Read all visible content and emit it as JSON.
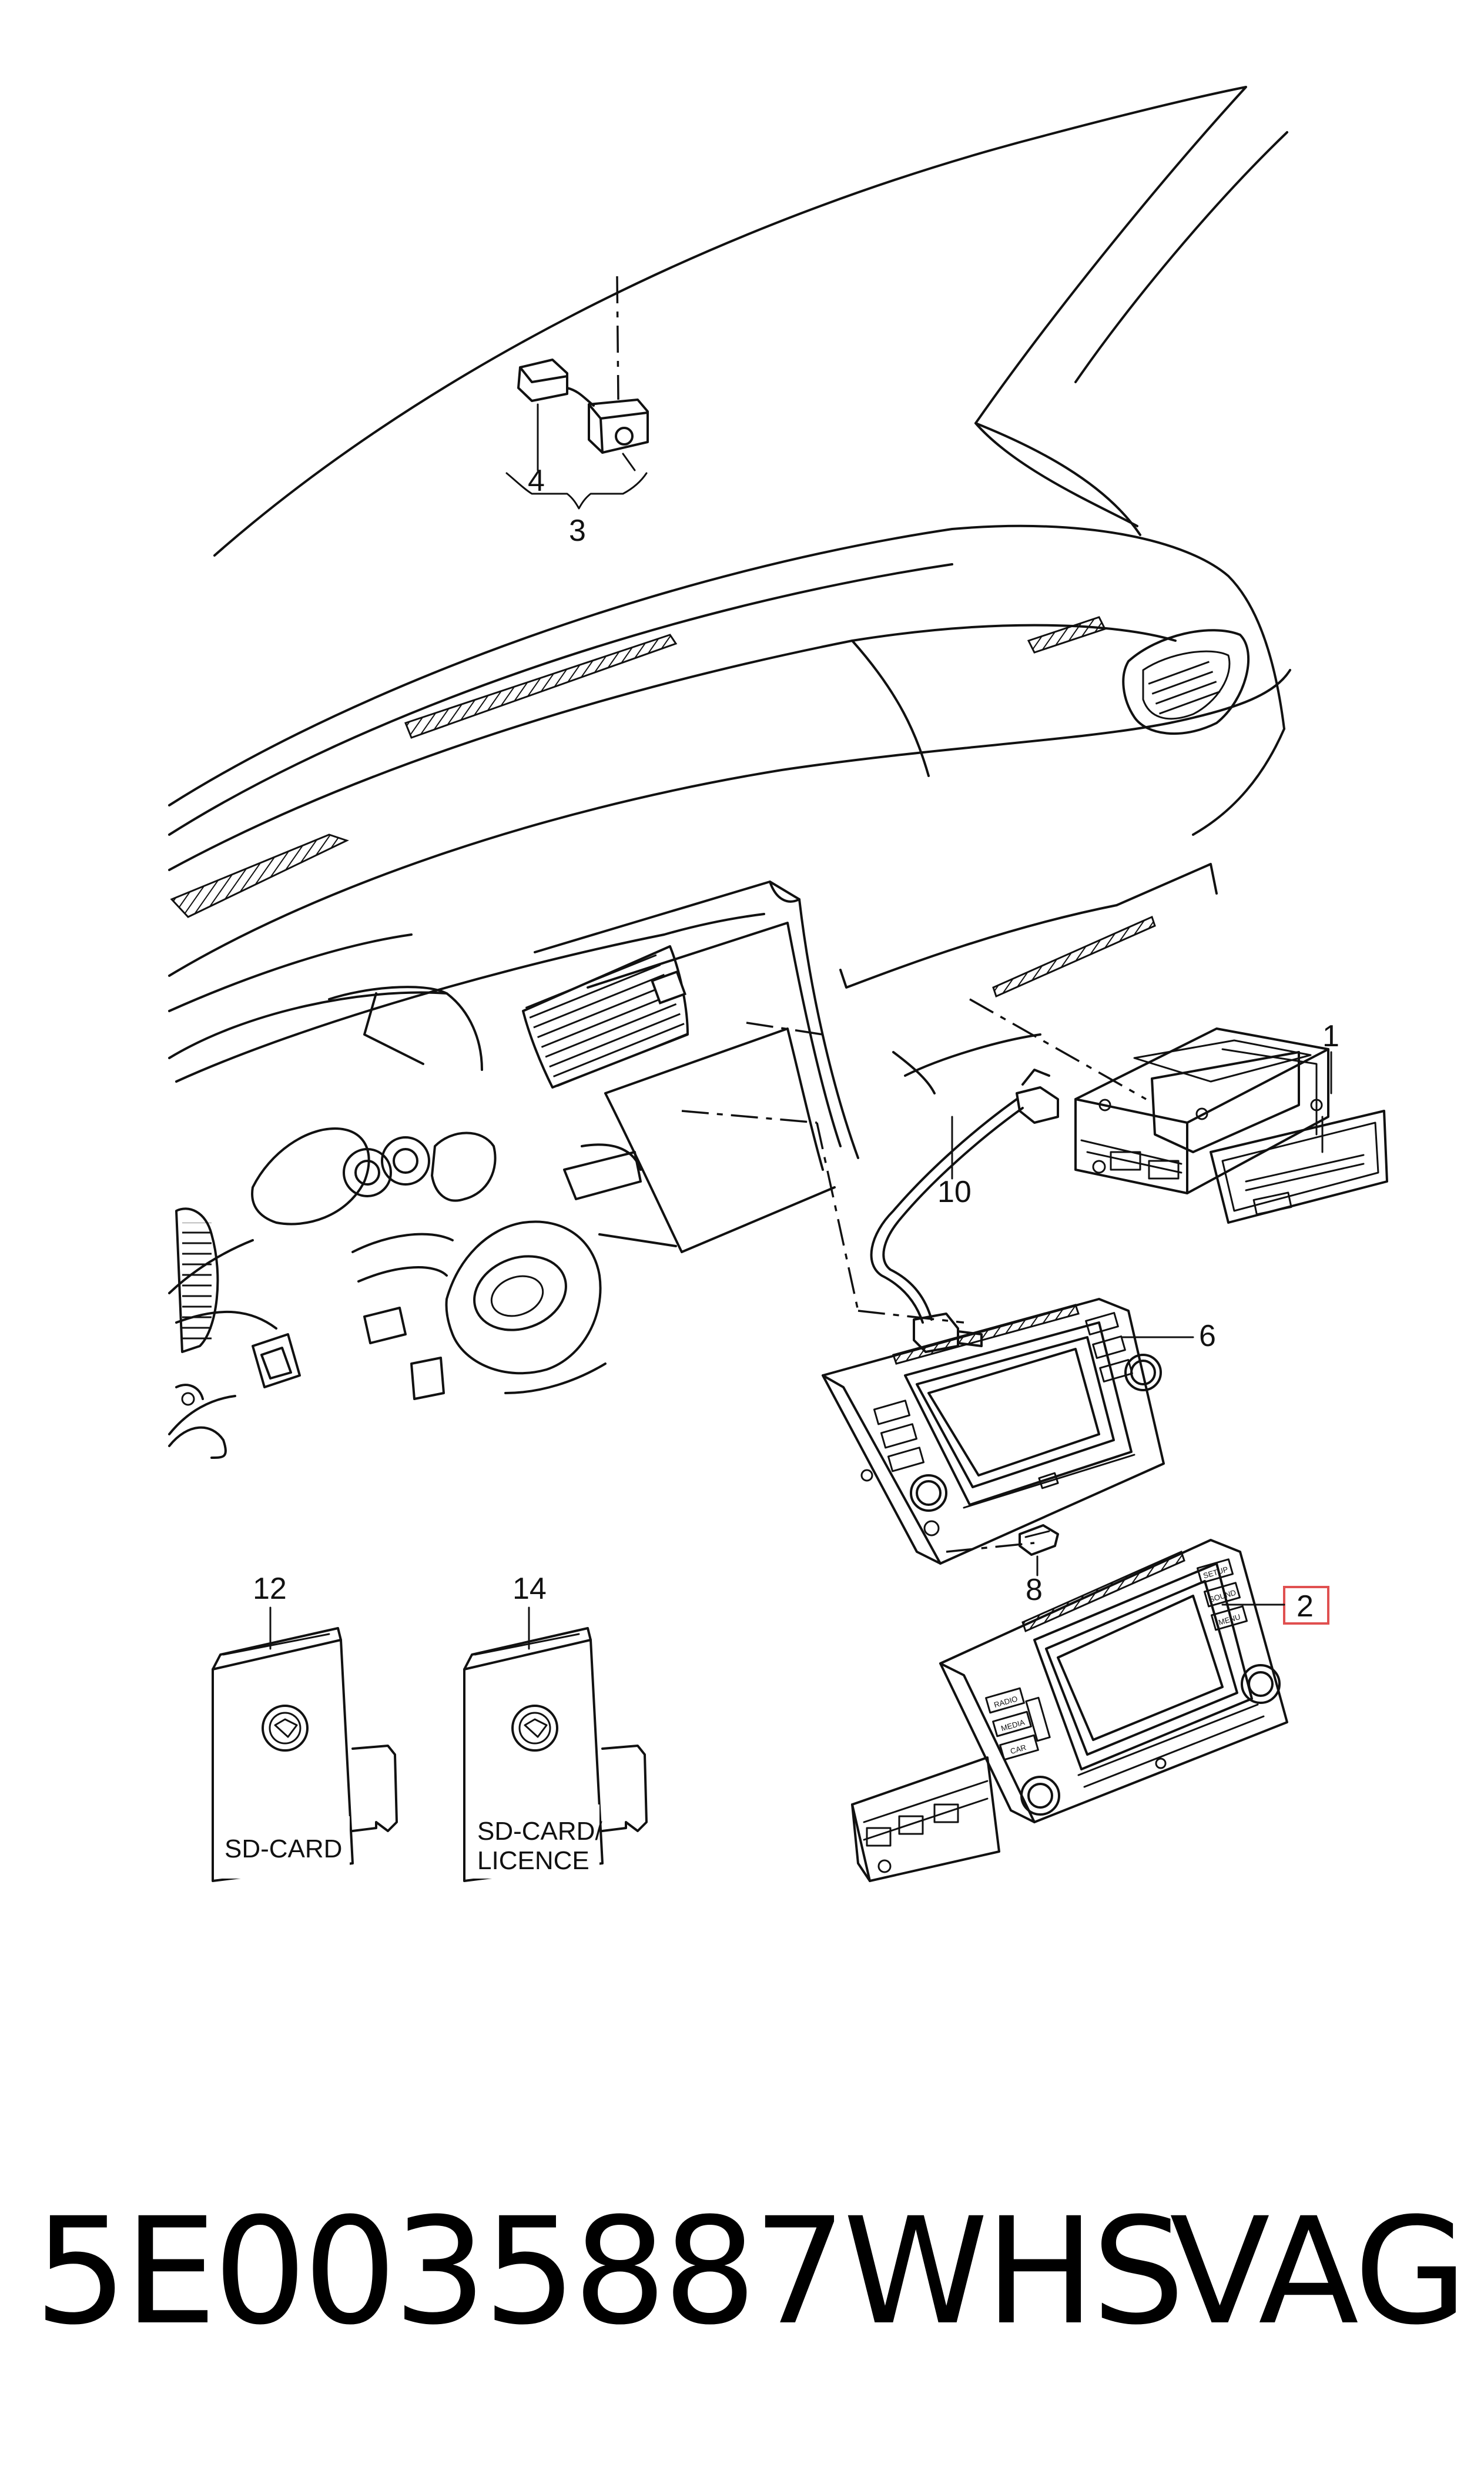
{
  "callouts": {
    "c1": "1",
    "c2": "2",
    "c3": "3",
    "c4": "4",
    "c6": "6",
    "c8": "8",
    "c10": "10",
    "c12": "12",
    "c14": "14"
  },
  "books": {
    "left_label": "SD-CARD",
    "right_label_line1": "SD-CARD/",
    "right_label_line2": "LICENCE"
  },
  "unit_buttons": {
    "radio": "RADIO",
    "media": "MEDIA",
    "car": "CAR",
    "setup": "SETUP",
    "sound": "SOUND",
    "menu": "MENU"
  },
  "highlight_color": "#e05050",
  "footer": {
    "part_number": "5E0035887WHS",
    "brand": "VAG"
  }
}
